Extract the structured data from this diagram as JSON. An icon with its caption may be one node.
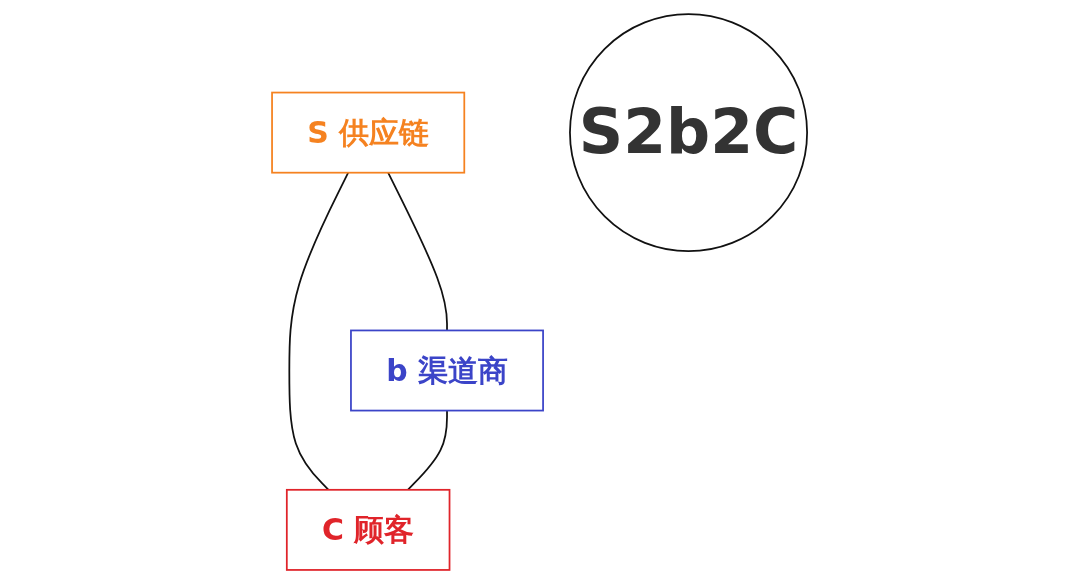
{
  "diagram": {
    "nodes": [
      {
        "text": [
          "S 供应链"
        ]
      },
      {
        "text": [
          "S2b2C"
        ]
      },
      {
        "text": [
          "b 渠道商"
        ]
      },
      {
        "text": [
          "C 顾客"
        ]
      }
    ],
    "edges": [
      {
        "from": 0,
        "to": 2,
        "arrow": "none"
      },
      {
        "from": 0,
        "to": 3,
        "arrow": "none"
      },
      {
        "from": 2,
        "to": 3,
        "arrow": "none"
      }
    ]
  }
}
